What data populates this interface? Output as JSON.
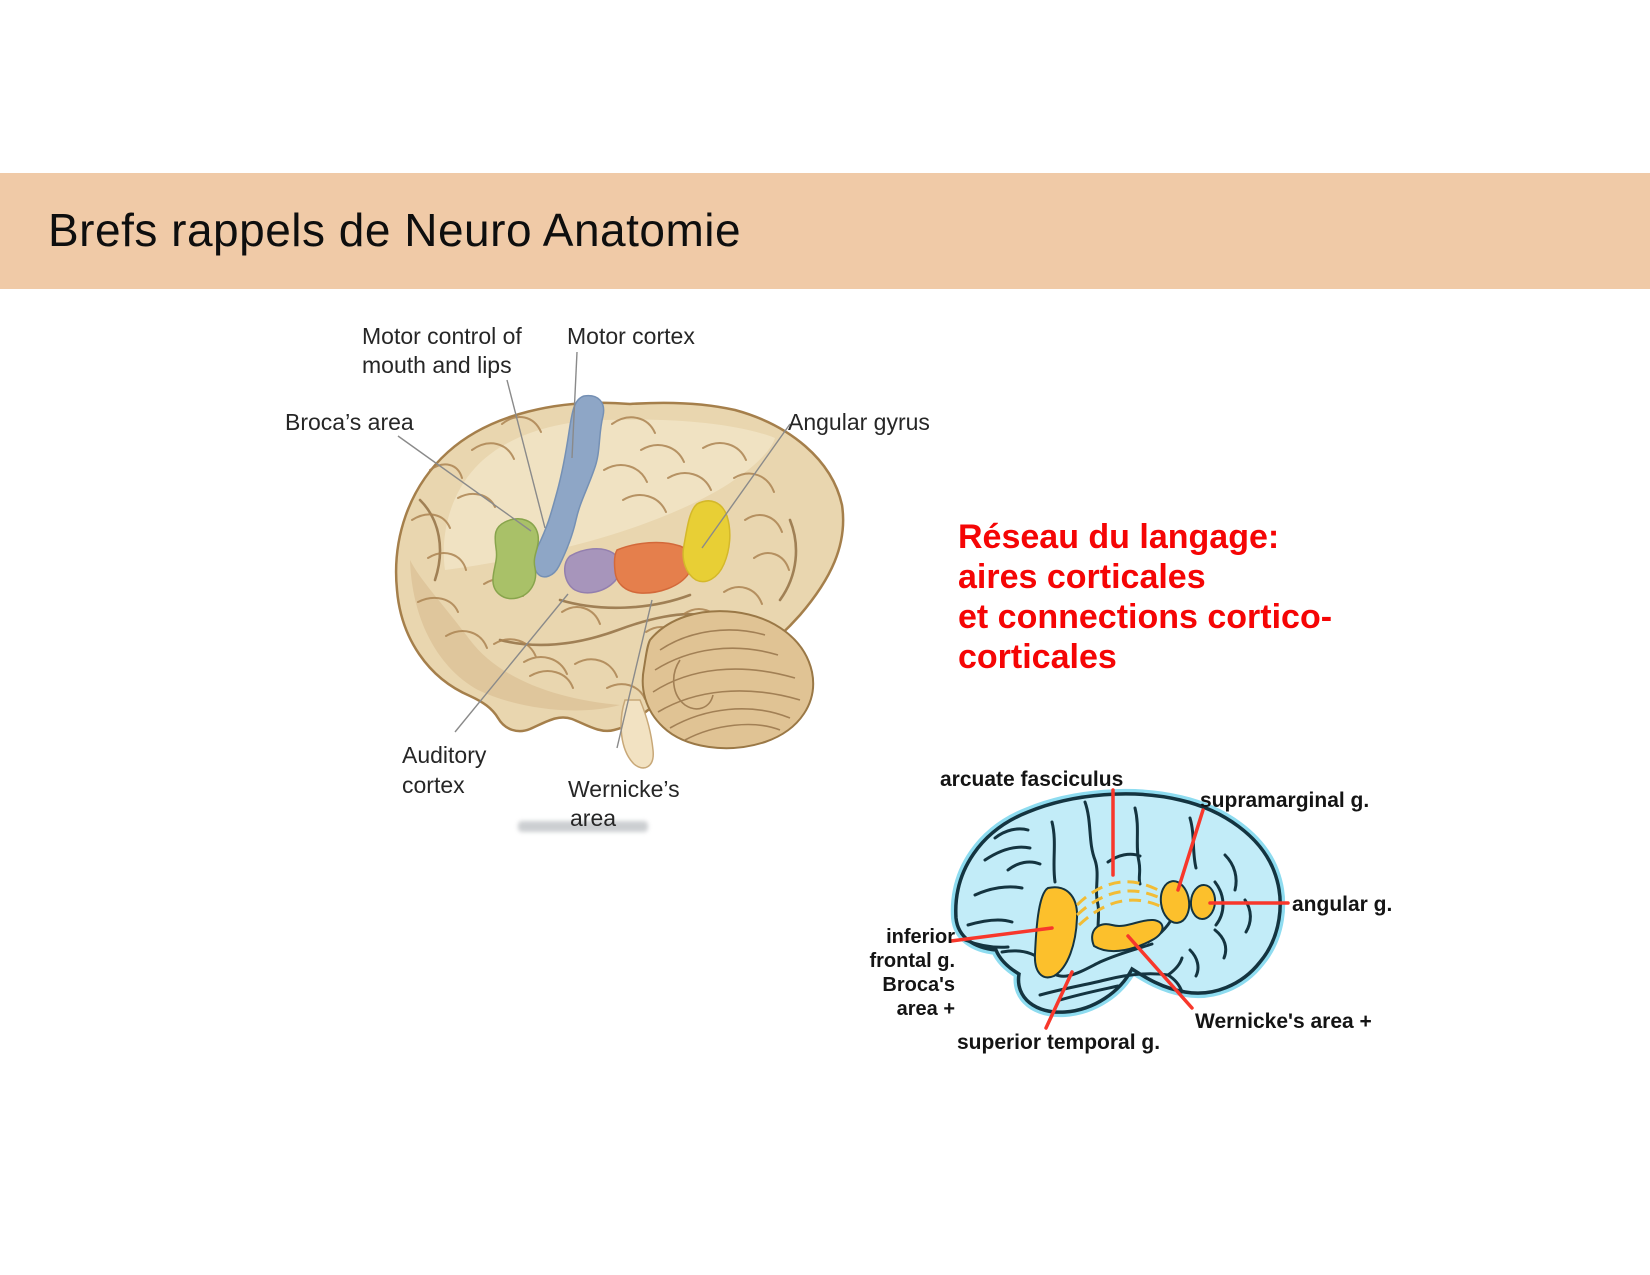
{
  "slide": {
    "title": "Brefs rappels de Neuro Anatomie",
    "banner_color": "#f0caa7",
    "background_color": "#ffffff"
  },
  "annotation": {
    "lines": [
      "Réseau du langage:",
      "aires corticales",
      "et connections cortico-",
      "corticales"
    ],
    "color": "#f50505"
  },
  "figure1": {
    "description": "Lateral view of human brain with language-related areas highlighted",
    "labels": {
      "motor_control_line1": "Motor control of",
      "motor_control_line2": "mouth and lips",
      "motor_cortex": "Motor cortex",
      "brocas_area": "Broca’s area",
      "angular_gyrus": "Angular gyrus",
      "auditory_line1": "Auditory",
      "auditory_line2": "cortex",
      "wernickes_line1": "Wernicke’s",
      "wernickes_line2": "area"
    },
    "regions": [
      {
        "name": "Broca's area",
        "color": "#a9c168"
      },
      {
        "name": "Motor cortex strip",
        "color": "#8ea6c6"
      },
      {
        "name": "Auditory cortex",
        "color": "#a795bb"
      },
      {
        "name": "Wernicke's area",
        "color": "#e57f4c"
      },
      {
        "name": "Angular gyrus",
        "color": "#e8cf35"
      }
    ],
    "brain_color": "#e9d6af"
  },
  "figure2": {
    "description": "Schematic lateral brain: language network cortical areas and cortico-cortical connections",
    "labels": {
      "arcuate_fasciculus": "arcuate fasciculus",
      "supramarginal": "supramarginal g.",
      "angular": "angular g.",
      "broca_block": [
        "inferior",
        "frontal g.",
        "Broca's",
        "area +"
      ],
      "superior_temporal": "superior temporal g.",
      "wernickes": "Wernicke's area +"
    },
    "brain_fill": "#c2ecf8",
    "outline_color": "#143440",
    "highlight_color": "#fcc02c",
    "pointer_color": "#f8372b"
  }
}
